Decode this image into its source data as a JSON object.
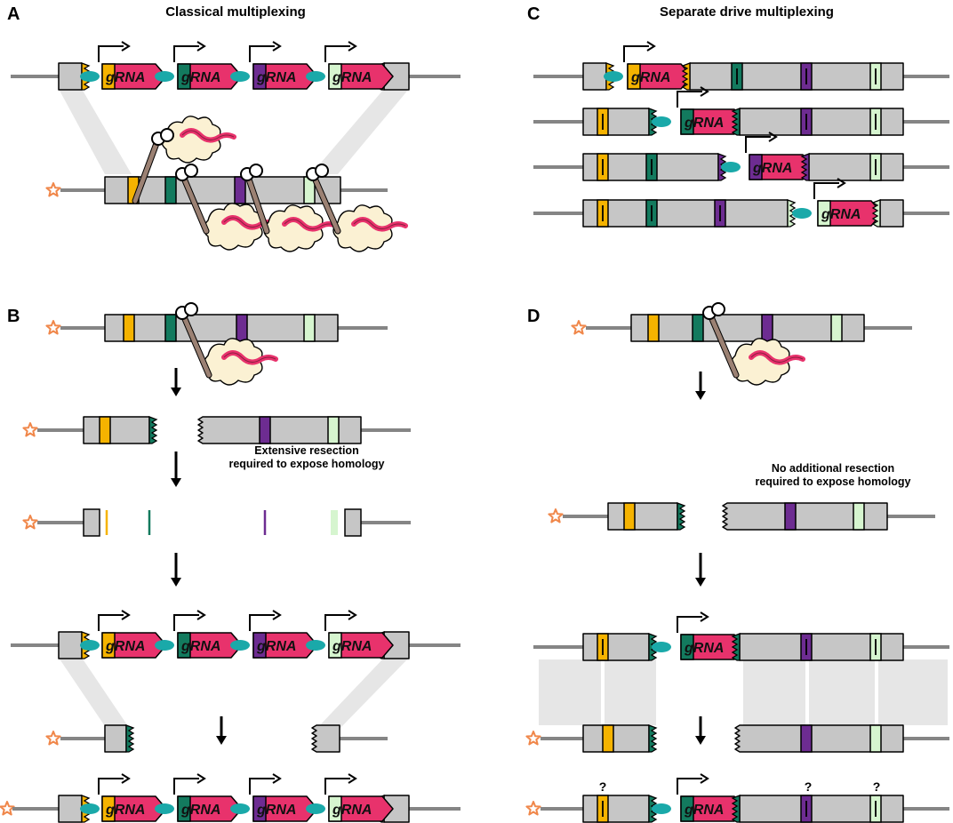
{
  "panels": {
    "A": {
      "letter": "A",
      "title": "Classical multiplexing"
    },
    "B": {
      "letter": "B",
      "notes": [
        "Extensive resection",
        "required to expose homology"
      ]
    },
    "C": {
      "letter": "C",
      "title": "Separate drive multiplexing"
    },
    "D": {
      "letter": "D",
      "notes": [
        "No additional resection",
        "required to expose homology"
      ],
      "unknown_marks": [
        "?",
        "?",
        "?"
      ]
    }
  },
  "labels": {
    "grna": "gRNA"
  },
  "colors": {
    "orange": "#f5b300",
    "green": "#137a5e",
    "purple": "#6d2c91",
    "mint": "#d6f5cf",
    "pink": "#e8326c",
    "teal": "#1aa9a9",
    "gray": "#c6c6c6",
    "line": "#858585",
    "homology": "#e6e6e6",
    "star": "#f0874a",
    "cas9": "#fbf1d3",
    "scissors": "#9b8173"
  },
  "icons": [
    "promoter-arrow-icon",
    "star-icon",
    "scissors-icon",
    "cas9-protein-icon",
    "down-arrow-icon",
    "cut-end-icon"
  ]
}
